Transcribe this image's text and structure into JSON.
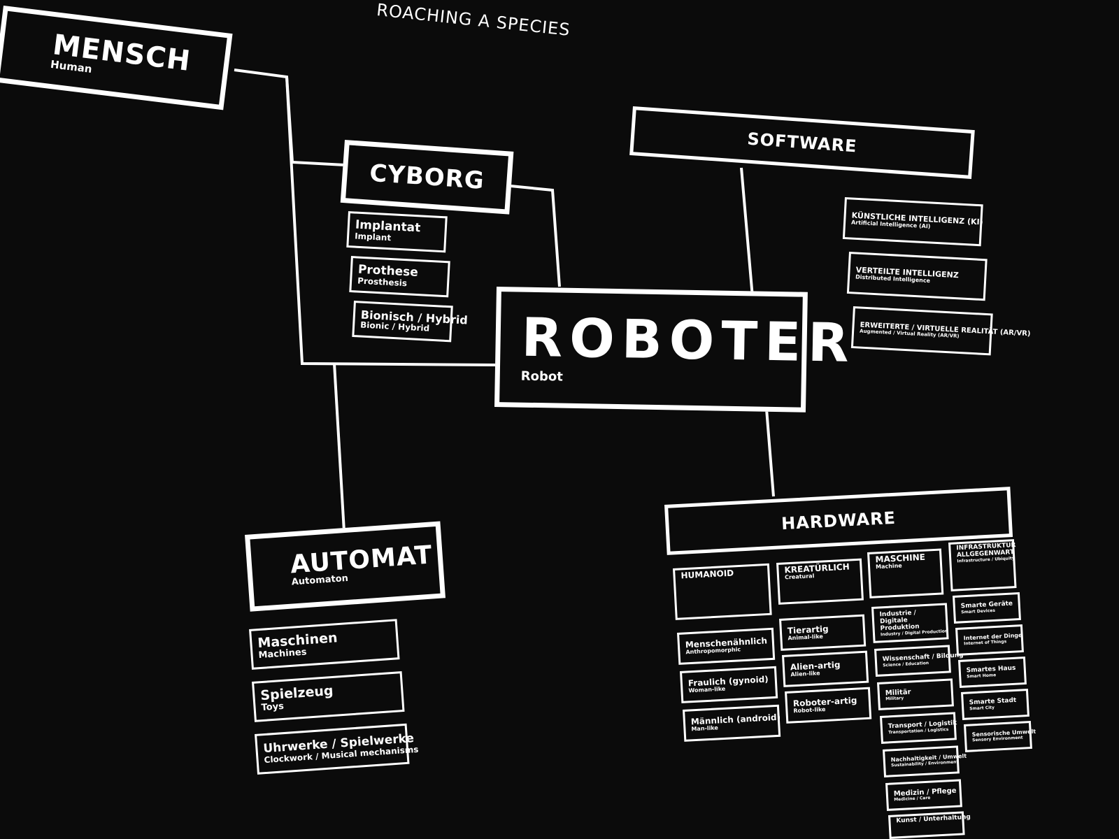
{
  "header": {
    "caption": "ROACHING A SPECIES"
  },
  "mensch": {
    "title": "MENSCH",
    "subtitle": "Human"
  },
  "cyborg": {
    "title": "CYBORG",
    "items": [
      {
        "title": "Implantat",
        "subtitle": "Implant"
      },
      {
        "title": "Prothese",
        "subtitle": "Prosthesis"
      },
      {
        "title": "Bionisch / Hybrid",
        "subtitle": "Bionic / Hybrid"
      }
    ]
  },
  "roboter": {
    "title": "ROBOTER",
    "subtitle": "Robot"
  },
  "software": {
    "title": "SOFTWARE",
    "items": [
      {
        "title": "KÜNSTLICHE INTELLIGENZ (KI)",
        "subtitle": "Artificial Intelligence (AI)"
      },
      {
        "title": "VERTEILTE INTELLIGENZ",
        "subtitle": "Distributed Intelligence"
      },
      {
        "title": "ERWEITERTE / VIRTUELLE REALITÄT (AR/VR)",
        "subtitle": "Augmented / Virtual Reality (AR/VR)"
      }
    ]
  },
  "automat": {
    "title": "AUTOMAT",
    "subtitle": "Automaton",
    "items": [
      {
        "title": "Maschinen",
        "subtitle": "Machines"
      },
      {
        "title": "Spielzeug",
        "subtitle": "Toys"
      },
      {
        "title": "Uhrwerke / Spielwerke",
        "subtitle": "Clockwork / Musical mechanisms"
      }
    ]
  },
  "hardware": {
    "title": "HARDWARE",
    "categories": [
      {
        "title": "HUMANOID",
        "subtitle": "",
        "items": [
          {
            "title": "Menschenähnlich",
            "subtitle": "Anthropomorphic"
          },
          {
            "title": "Fraulich (gynoid)",
            "subtitle": "Woman-like"
          },
          {
            "title": "Männlich (android)",
            "subtitle": "Man-like"
          }
        ]
      },
      {
        "title": "KREATÜRLICH",
        "subtitle": "Creatural",
        "items": [
          {
            "title": "Tierartig",
            "subtitle": "Animal-like"
          },
          {
            "title": "Alien-artig",
            "subtitle": "Alien-like"
          },
          {
            "title": "Roboter-artig",
            "subtitle": "Robot-like"
          }
        ]
      },
      {
        "title": "MASCHINE",
        "subtitle": "Machine",
        "items": [
          {
            "title": "Industrie / Digitale Produktion",
            "subtitle": "Industry / Digital Production"
          },
          {
            "title": "Wissenschaft / Bildung",
            "subtitle": "Science / Education"
          },
          {
            "title": "Militär",
            "subtitle": "Military"
          },
          {
            "title": "Transport / Logistik",
            "subtitle": "Transportation / Logistics"
          },
          {
            "title": "Nachhaltigkeit / Umwelt",
            "subtitle": "Sustainability / Environment"
          },
          {
            "title": "Medizin / Pflege",
            "subtitle": "Medicine / Care"
          },
          {
            "title": "Kunst / Unterhaltung",
            "subtitle": ""
          }
        ]
      },
      {
        "title": "INFRASTRUKTUR ALLGEGENWART",
        "subtitle": "Infrastructure / Ubiquity",
        "items": [
          {
            "title": "Smarte Geräte",
            "subtitle": "Smart Devices"
          },
          {
            "title": "Internet der Dinge",
            "subtitle": "Internet of Things"
          },
          {
            "title": "Smartes Haus",
            "subtitle": "Smart Home"
          },
          {
            "title": "Smarte Stadt",
            "subtitle": "Smart City"
          },
          {
            "title": "Sensorische Umwelt",
            "subtitle": "Sensory Environment"
          }
        ]
      }
    ]
  }
}
